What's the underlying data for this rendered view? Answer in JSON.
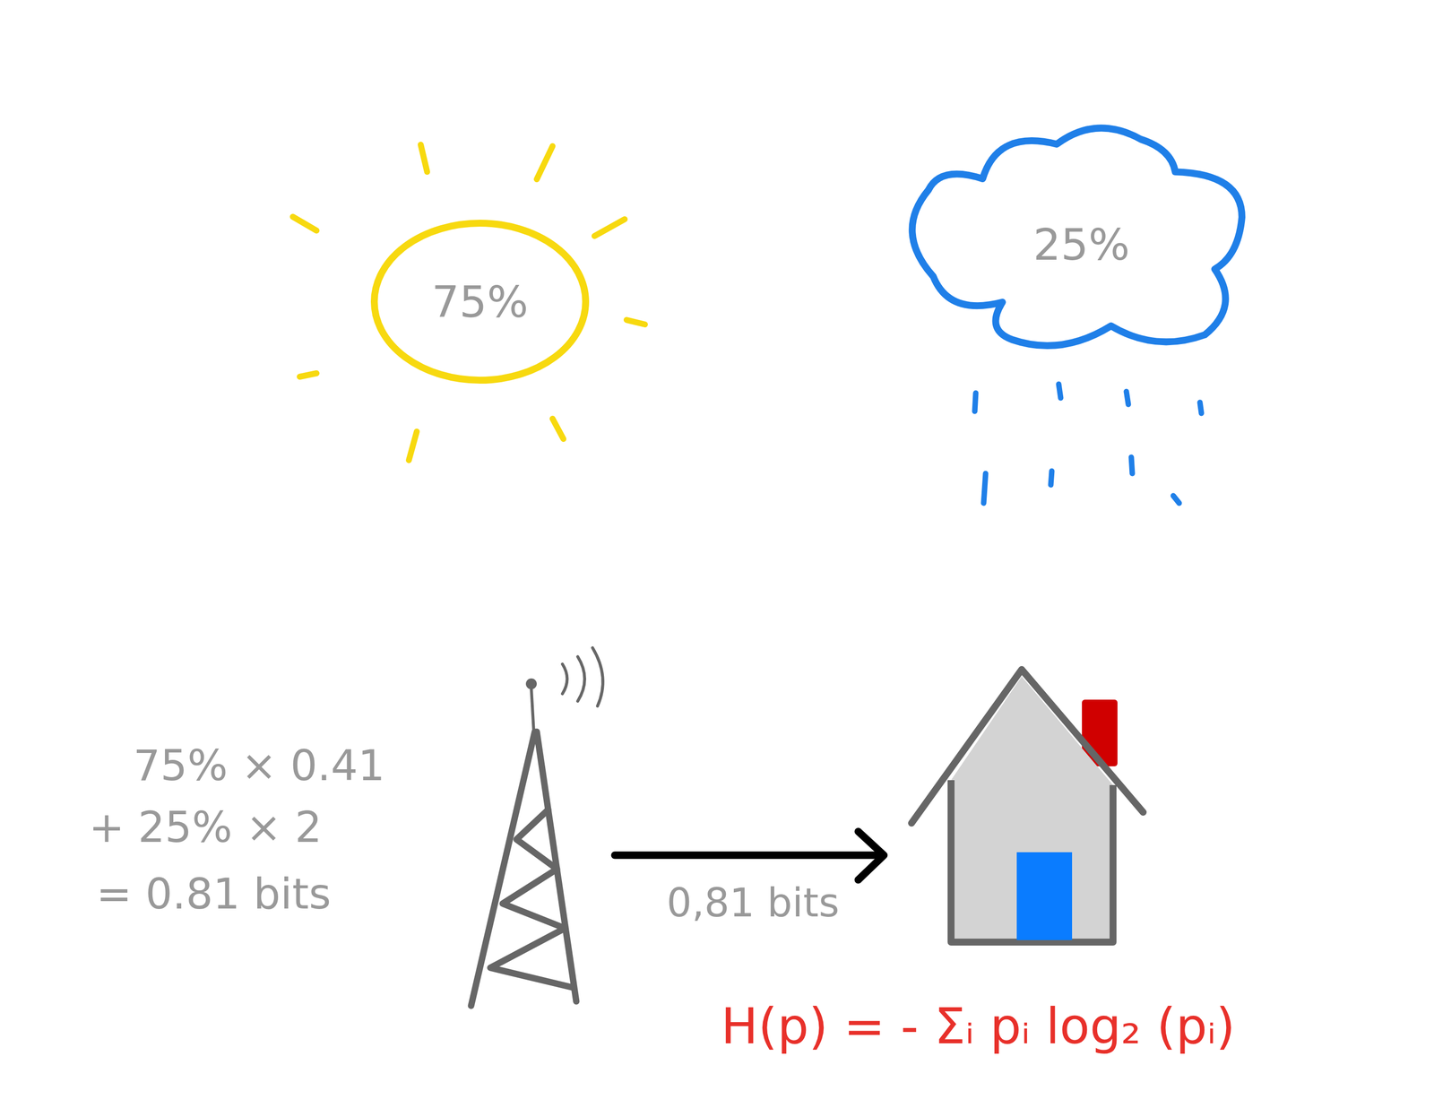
{
  "diagram": {
    "nodes": [
      {
        "text": [
          "75%"
        ]
      },
      {
        "text": [
          "25%"
        ]
      }
    ],
    "labels": [
      "75% × 0.41",
      "+ 25% × 2",
      "= 0.81 bits",
      "0,81 bits",
      "H(p) = - Σᵢ pᵢ log₂ (pᵢ)"
    ]
  }
}
